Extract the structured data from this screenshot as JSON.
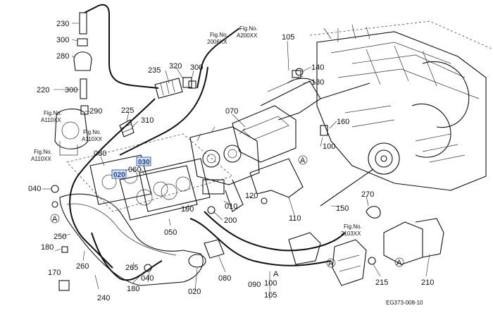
{
  "callouts": {
    "c230": "230",
    "c300a": "300",
    "c280": "280",
    "c220": "220",
    "c300b": "300",
    "c290": "290",
    "c235": "235",
    "c320": "320",
    "c300c": "300",
    "c225": "225",
    "c310": "310",
    "c105": "105",
    "c140": "140",
    "c130": "130",
    "c070": "070",
    "c160": "160",
    "c100": "100",
    "c080a": "080",
    "c060": "060",
    "c030": "030",
    "c020a": "020",
    "c040a": "040",
    "c120": "120",
    "c010": "010",
    "c200": "200",
    "c190": "190",
    "c050": "050",
    "c110": "110",
    "c150": "150",
    "c270": "270",
    "c250": "250",
    "c180a": "180",
    "c170": "170",
    "c260": "260",
    "c265": "265",
    "c180b": "180",
    "c040b": "040",
    "c080b": "080",
    "c020b": "020",
    "c240": "240",
    "c215": "215",
    "c210": "210",
    "c090": "090",
    "c100b": "100",
    "c105b": "105"
  },
  "refs": {
    "fig1_label": "Fig.No.",
    "fig1_code": "2006XX",
    "fig2_label": "Fig.No.",
    "fig2_code": "A200XX",
    "fig3_label": "Fig.No.",
    "fig3_code": "A110XX",
    "fig4_label": "Fig.No.",
    "fig4_code": "A110XX",
    "fig5_label": "Fig.No.",
    "fig5_code": "A110XX",
    "fig6_label": "Fig.No.",
    "fig6_code": "2103XX"
  },
  "markers": {
    "a1": "A",
    "a2": "A",
    "a3": "A",
    "a4": "A",
    "a5": "A"
  },
  "drawing_code": "EG373-008-10"
}
